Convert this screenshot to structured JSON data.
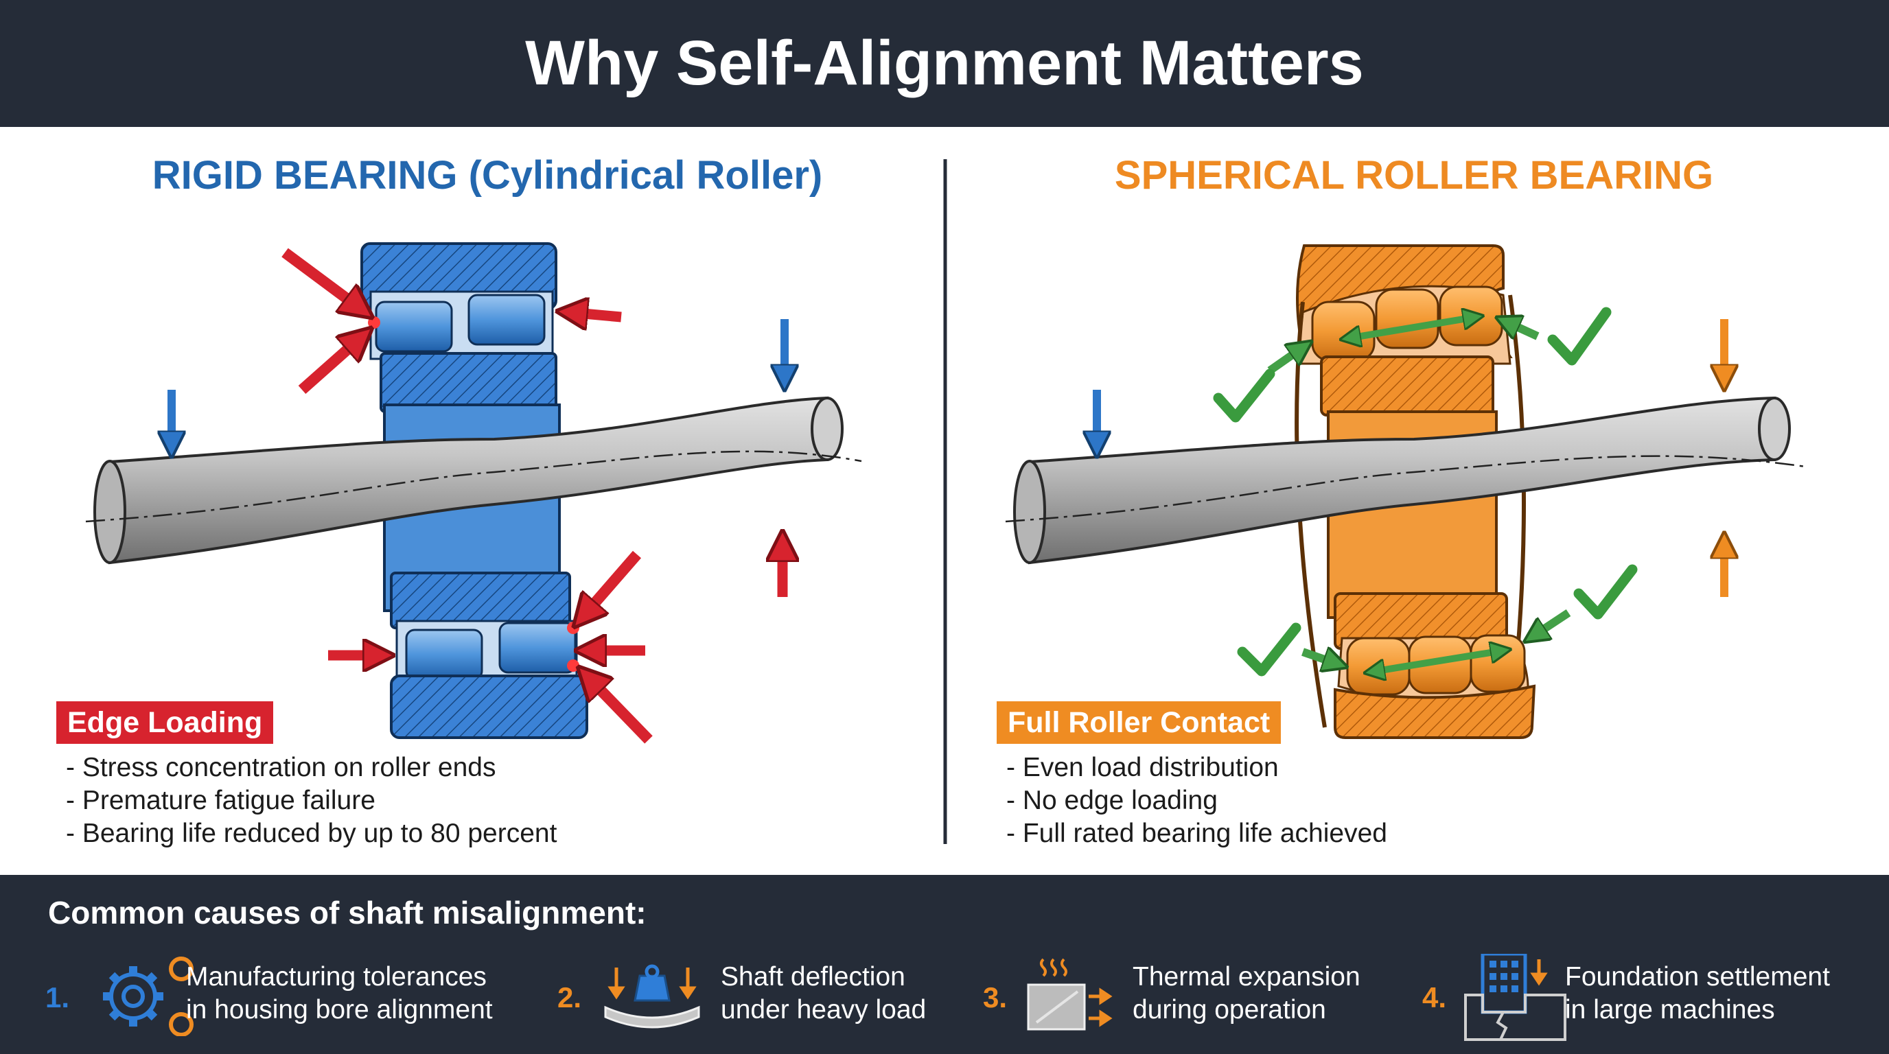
{
  "title": "Why Self-Alignment Matters",
  "left_panel": {
    "title": "RIGID BEARING (Cylindrical Roller)",
    "badge": "Edge Loading",
    "bullets": [
      "- Stress concentration on roller ends",
      "- Premature fatigue failure",
      "- Bearing life reduced by up to 80 percent"
    ]
  },
  "right_panel": {
    "title": "SPHERICAL ROLLER BEARING",
    "badge": "Full Roller Contact",
    "bullets": [
      "- Even load distribution",
      "- No edge loading",
      "- Full rated bearing life achieved"
    ]
  },
  "footer": {
    "heading": "Common causes of shaft misalignment:",
    "causes": [
      {
        "number": "1.",
        "line1": "Manufacturing tolerances",
        "line2": "in housing bore alignment",
        "icon": "gears-icon",
        "number_color": "#2f7ed8"
      },
      {
        "number": "2.",
        "line1": "Shaft deflection",
        "line2": "under heavy load",
        "icon": "weight-deflection-icon",
        "number_color": "#ef8c22"
      },
      {
        "number": "3.",
        "line1": "Thermal expansion",
        "line2": "during operation",
        "icon": "heat-expansion-icon",
        "number_color": "#ef8c22"
      },
      {
        "number": "4.",
        "line1": "Foundation settlement",
        "line2": "in large machines",
        "icon": "building-settlement-icon",
        "number_color": "#ef8c22"
      }
    ]
  },
  "colors": {
    "dark": "#252c38",
    "blue": "#2367ae",
    "orange": "#ef8c22",
    "red": "#d7232e",
    "green": "#3a9b3e"
  }
}
